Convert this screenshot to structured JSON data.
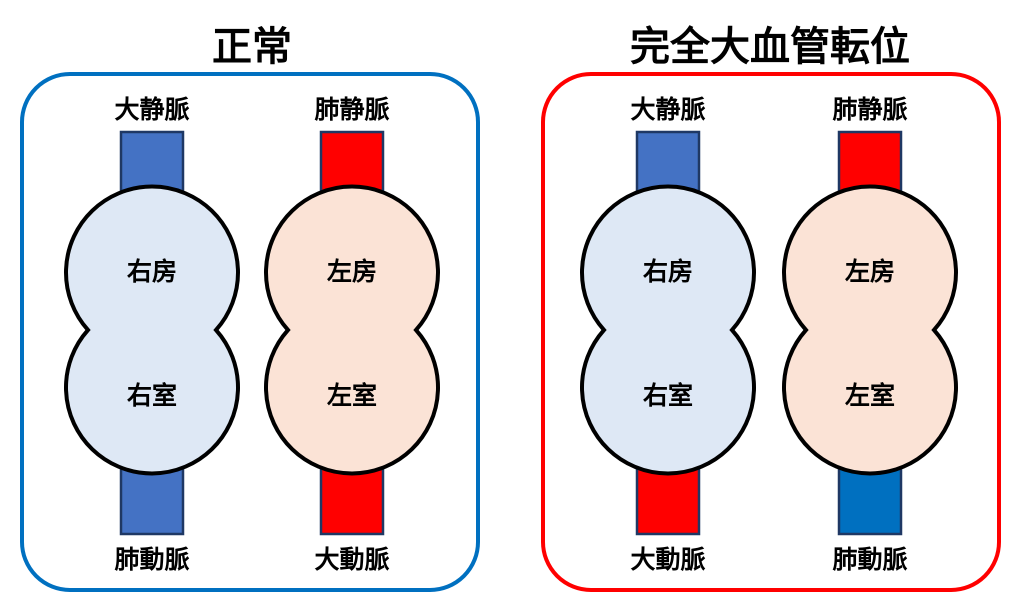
{
  "colors": {
    "normal_frame": "#0070c0",
    "tga_frame": "#ff0000",
    "venous_blue": "#4472c4",
    "arterial_red": "#ff0000",
    "vessel_alt_blue": "#0070c0",
    "right_heart_fill": "#dee8f5",
    "left_heart_fill": "#fbe3d6",
    "vessel_outline": "#1f3864",
    "heart_outline": "#000000"
  },
  "panels": [
    {
      "title": "正常",
      "right_heart": {
        "inflow_label": "大静脈",
        "inflow_color": "#4472c4",
        "atrium": "右房",
        "ventricle": "右室",
        "outflow_label": "肺動脈",
        "outflow_color": "#4472c4"
      },
      "left_heart": {
        "inflow_label": "肺静脈",
        "inflow_color": "#ff0000",
        "atrium": "左房",
        "ventricle": "左室",
        "outflow_label": "大動脈",
        "outflow_color": "#ff0000"
      }
    },
    {
      "title": "完全大血管転位",
      "right_heart": {
        "inflow_label": "大静脈",
        "inflow_color": "#4472c4",
        "atrium": "右房",
        "ventricle": "右室",
        "outflow_label": "大動脈",
        "outflow_color": "#ff0000"
      },
      "left_heart": {
        "inflow_label": "肺静脈",
        "inflow_color": "#ff0000",
        "atrium": "左房",
        "ventricle": "左室",
        "outflow_label": "肺動脈",
        "outflow_color": "#0070c0"
      }
    }
  ]
}
